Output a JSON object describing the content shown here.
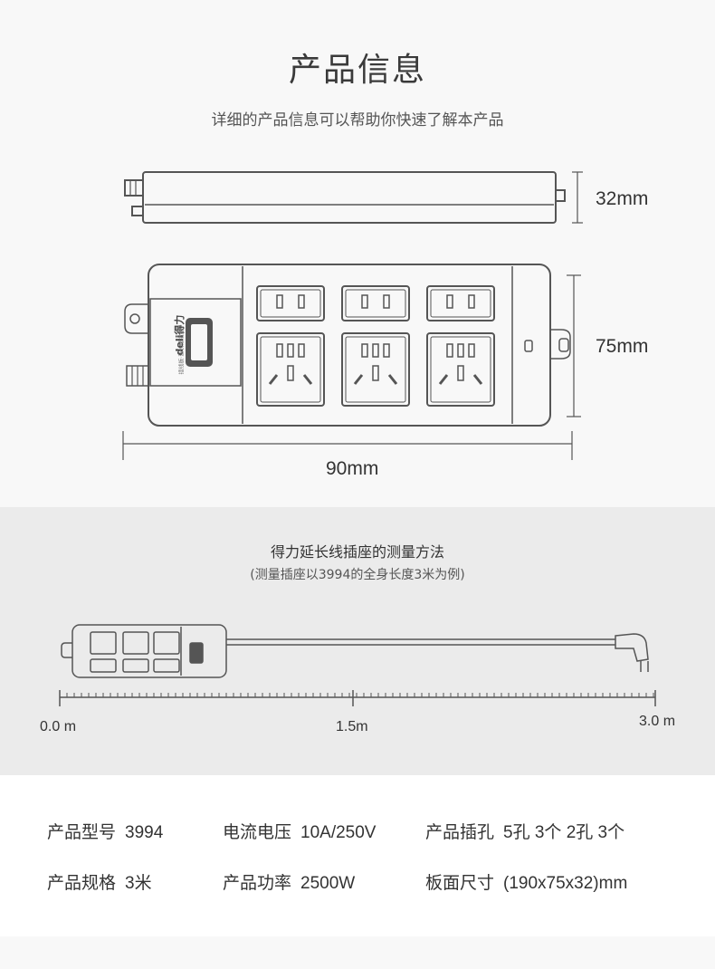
{
  "header": {
    "title": "产品信息",
    "subtitle": "详细的产品信息可以帮助你快速了解本产品"
  },
  "dimensions": {
    "height": "32mm",
    "width": "75mm",
    "length": "90mm"
  },
  "brand": {
    "logo_text": "deli得力",
    "fine_print": "插线板·延长线插座"
  },
  "measurement": {
    "title": "得力延长线插座的测量方法",
    "note": "(测量插座以3994的全身长度3米为例)",
    "scale_start": "0.0 m",
    "scale_mid": "1.5m",
    "scale_end": "3.0 m"
  },
  "specs": [
    {
      "label": "产品型号",
      "value": "3994"
    },
    {
      "label": "电流电压",
      "value": "10A/250V"
    },
    {
      "label": "产品插孔",
      "value": "5孔 3个 2孔 3个"
    },
    {
      "label": "产品规格",
      "value": "3米"
    },
    {
      "label": "产品功率",
      "value": "2500W"
    },
    {
      "label": "板面尺寸",
      "value": "(190x75x32)mm"
    }
  ],
  "colors": {
    "line": "#555555",
    "accent_bg": "#ebebeb"
  }
}
